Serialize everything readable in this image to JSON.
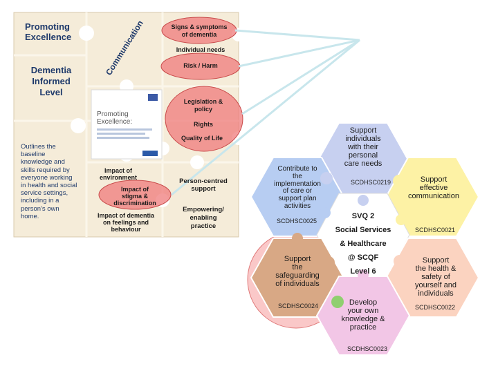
{
  "left_panel": {
    "title_line1": "Promoting",
    "title_line2": "Excellence",
    "communication": "Communication",
    "level_line1": "Dementia",
    "level_line2": "Informed",
    "level_line3": "Level",
    "description": [
      "Outlines the",
      "baseline",
      "knowledge and",
      "skills required by",
      "everyone working",
      "in health and social",
      "service settings,",
      "including in a",
      "person's own",
      "home."
    ],
    "signs_line1": "Signs & symptoms",
    "signs_line2": "of dementia",
    "individual_needs": "Individual needs",
    "risk_harm": "Risk / Harm",
    "legislation_line1": "Legislation &",
    "legislation_line2": "policy",
    "rights": "Rights",
    "quality_of_life": "Quality of Life",
    "doc_title_line1": "Promoting",
    "doc_title_line2": "Excellence:",
    "impact_env_line1": "Impact of",
    "impact_env_line2": "environment",
    "impact_stigma_line1": "Impact of",
    "impact_stigma_line2": "stigma &",
    "impact_stigma_line3": "discrimination",
    "impact_feelings_line1": "Impact of dementia",
    "impact_feelings_line2": "on feelings and",
    "impact_feelings_line3": "behaviour",
    "person_centred_line1": "Person-centred",
    "person_centred_line2": "support",
    "empowering_line1": "Empowering/",
    "empowering_line2": "enabling",
    "empowering_line3": "practice"
  },
  "hexagons": {
    "top": {
      "line1": "Support",
      "line2": "individuals",
      "line3": "with their",
      "line4": "personal",
      "line5": "care needs",
      "code": "SCDHSC0219",
      "color": "#c7d0f0"
    },
    "upper_left": {
      "line1": "Contribute to",
      "line2": "the",
      "line3": "implementation",
      "line4": "of care or",
      "line5": "support plan",
      "line6": "activities",
      "code": "SCDHSC0025",
      "color": "#b7cdf2"
    },
    "upper_right": {
      "line1": "Support",
      "line2": "effective",
      "line3": "communication",
      "code": "SCDHSC0021",
      "color": "#fdf2a5"
    },
    "center": {
      "line1": "SVQ 2",
      "line2": "Social Services",
      "line3": "& Healthcare",
      "line4": "@ SCQF",
      "line5": "Level 6",
      "color": "#ffffff"
    },
    "lower_left": {
      "line1": "Support",
      "line2": "the",
      "line3": "safeguarding",
      "line4": "of individuals",
      "code": "SCDHSC0024",
      "color": "#f7d28a"
    },
    "lower_right": {
      "line1": "Support",
      "line2": "the health &",
      "line3": "safety of",
      "line4": "yourself and",
      "line5": "individuals",
      "code": "SCDHSC0022",
      "color": "#fbd3c0"
    },
    "bottom": {
      "line1": "Develop",
      "line2": "your own",
      "line3": "knowledge &",
      "line4": "practice",
      "code": "SCDHSC0023",
      "color": "#f2c6e6"
    }
  },
  "colors": {
    "puzzle_bg": "#f5ecd9",
    "highlight_red": "#ef7b7b",
    "connector_line": "#c8e6ec",
    "highlight_circle": "#f59a9a"
  }
}
